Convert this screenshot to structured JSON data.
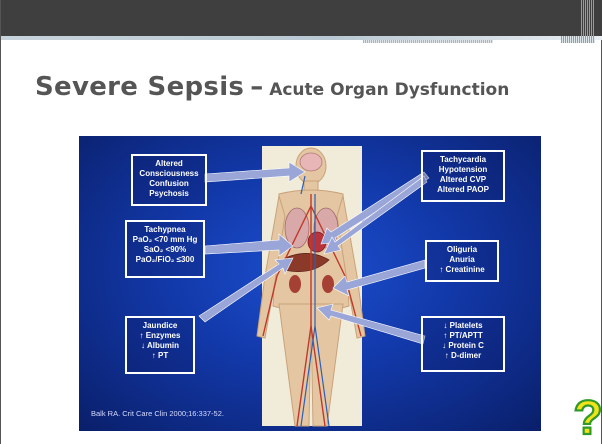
{
  "slide": {
    "title_main": "Severe Sepsis",
    "title_dash": "–",
    "title_sub": "Acute Organ Dysfunction"
  },
  "figure": {
    "left_boxes": [
      {
        "lines": [
          "Altered",
          "Consciousness",
          "Confusion",
          "Psychosis"
        ]
      },
      {
        "lines": [
          "Tachypnea",
          "PaO₂ <70 mm Hg",
          "SaO₂ <90%",
          "PaO₂/FiO₂ ≤300"
        ]
      },
      {
        "lines": [
          "Jaundice",
          "↑ Enzymes",
          "↓ Albumin",
          "↑ PT"
        ]
      }
    ],
    "right_boxes": [
      {
        "lines": [
          "Tachycardia",
          "Hypotension",
          "Altered CVP",
          "Altered PAOP"
        ]
      },
      {
        "lines": [
          "Oliguria",
          "Anuria",
          "↑ Creatinine"
        ]
      },
      {
        "lines": [
          "↓ Platelets",
          "↑ PT/APTT",
          "↓ Protein C",
          "↑ D-dimer"
        ]
      }
    ],
    "citation": "Balk RA. Crit Care Clin 2000;16:337-52."
  },
  "icons": {
    "question": {
      "name": "question-mark-icon",
      "fill": "#f3e21a",
      "stroke": "#2e9a2a"
    }
  },
  "colors": {
    "topbar": "#3f3f3f",
    "title_text": "#555555",
    "panel_blue": "#1238a8",
    "box_border": "#ffffff",
    "arrow_color": "#9aa6d8",
    "body_bg": "#f1ebd9"
  }
}
